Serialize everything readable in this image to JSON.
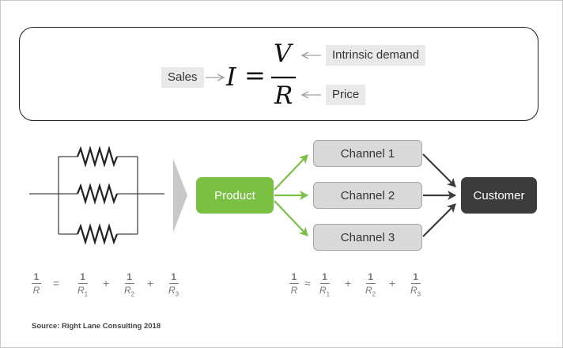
{
  "formula": {
    "sales_label": "Sales",
    "intrinsic_label": "Intrinsic demand",
    "price_label": "Price",
    "lhs": "I",
    "equals": "=",
    "numerator": "V",
    "denominator": "R"
  },
  "flow": {
    "product": "Product",
    "channels": [
      "Channel 1",
      "Channel 2",
      "Channel 3"
    ],
    "customer": "Customer"
  },
  "equations": {
    "left": {
      "lhs_num": "1",
      "lhs_den": "R",
      "relation": "=",
      "terms": [
        {
          "num": "1",
          "den": "R",
          "sub": "1"
        },
        {
          "num": "1",
          "den": "R",
          "sub": "2"
        },
        {
          "num": "1",
          "den": "R",
          "sub": "3"
        }
      ],
      "plus": "+"
    },
    "right": {
      "lhs_num": "1",
      "lhs_den": "R",
      "relation": "≈",
      "terms": [
        {
          "num": "1",
          "den": "R",
          "sub": "1"
        },
        {
          "num": "1",
          "den": "R",
          "sub": "2"
        },
        {
          "num": "1",
          "den": "R",
          "sub": "3"
        }
      ],
      "plus": "+"
    }
  },
  "source": "Source: Right Lane Consulting 2018",
  "colors": {
    "green": "#7ac143",
    "dark": "#3c3c3c",
    "channel_fill": "#d9d9d9",
    "gray_arrow": "#a0a0a0"
  }
}
